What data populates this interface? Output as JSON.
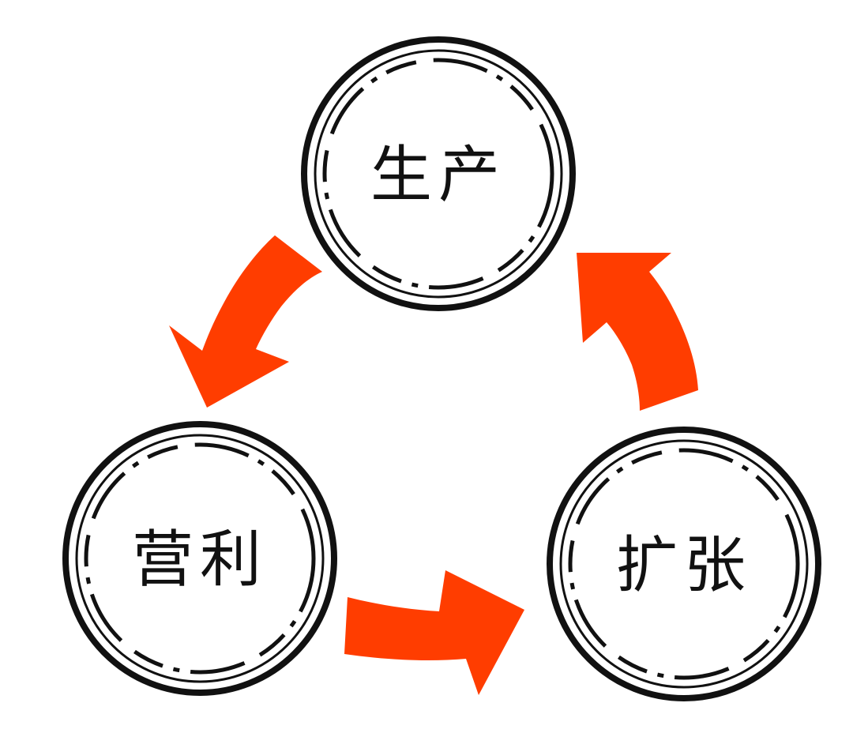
{
  "cycle": {
    "nodes": [
      {
        "id": "production",
        "label": "生产"
      },
      {
        "id": "expansion",
        "label": "扩张"
      },
      {
        "id": "profit",
        "label": "营利"
      }
    ]
  },
  "colors": {
    "arrow": "#ff3d00",
    "ring": "#111111",
    "background": "#ffffff"
  }
}
